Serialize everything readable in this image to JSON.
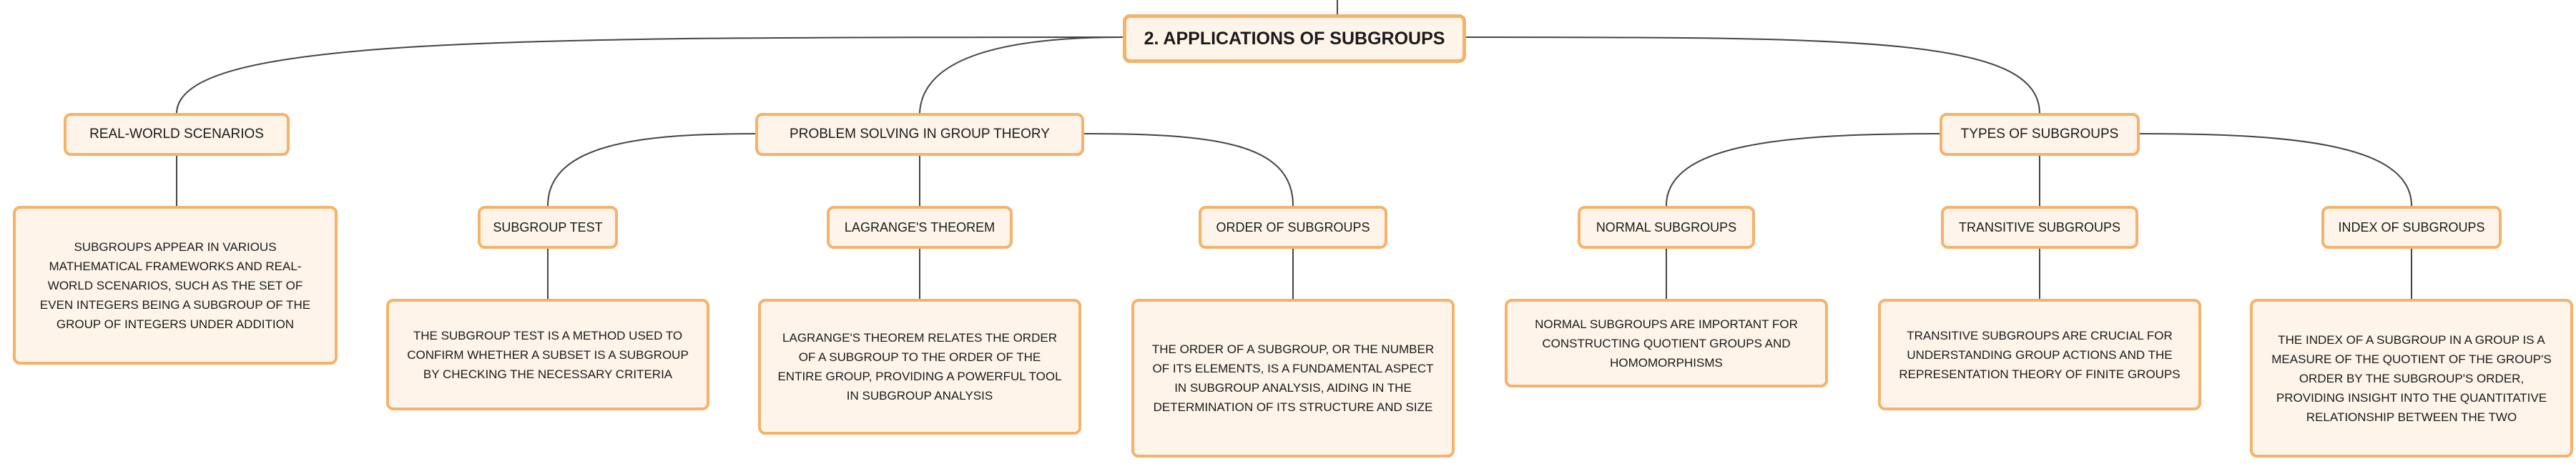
{
  "root": {
    "title": "2. APPLICATIONS OF SUBGROUPS"
  },
  "branches": {
    "real_world": {
      "title": "REAL-WORLD SCENARIOS",
      "description": "SUBGROUPS APPEAR IN VARIOUS MATHEMATICAL FRAMEWORKS AND REAL-WORLD SCENARIOS, SUCH AS THE SET OF EVEN INTEGERS BEING A SUBGROUP OF THE GROUP OF INTEGERS UNDER ADDITION"
    },
    "problem_solving": {
      "title": "PROBLEM SOLVING IN GROUP THEORY",
      "children": {
        "subgroup_test": {
          "title": "SUBGROUP TEST",
          "description": "THE SUBGROUP TEST IS A METHOD USED TO CONFIRM WHETHER A SUBSET IS A SUBGROUP BY CHECKING THE NECESSARY CRITERIA"
        },
        "lagrange": {
          "title": "LAGRANGE'S THEOREM",
          "description": "LAGRANGE'S THEOREM RELATES THE ORDER OF A SUBGROUP TO THE ORDER OF THE ENTIRE GROUP, PROVIDING A POWERFUL TOOL IN SUBGROUP ANALYSIS"
        },
        "order": {
          "title": "ORDER OF SUBGROUPS",
          "description": "THE ORDER OF A SUBGROUP, OR THE NUMBER OF ITS ELEMENTS, IS A FUNDAMENTAL ASPECT IN SUBGROUP ANALYSIS, AIDING IN THE DETERMINATION OF ITS STRUCTURE AND SIZE"
        }
      }
    },
    "types": {
      "title": "TYPES OF SUBGROUPS",
      "children": {
        "normal": {
          "title": "NORMAL SUBGROUPS",
          "description": "NORMAL SUBGROUPS ARE IMPORTANT FOR CONSTRUCTING QUOTIENT GROUPS AND HOMOMORPHISMS"
        },
        "transitive": {
          "title": "TRANSITIVE SUBGROUPS",
          "description": "TRANSITIVE SUBGROUPS ARE CRUCIAL FOR UNDERSTANDING GROUP ACTIONS AND THE REPRESENTATION THEORY OF FINITE GROUPS"
        },
        "index": {
          "title": "INDEX OF SUBGROUPS",
          "description": "THE INDEX OF A SUBGROUP IN A GROUP IS A MEASURE OF THE QUOTIENT OF THE GROUP'S ORDER BY THE SUBGROUP'S ORDER, PROVIDING INSIGHT INTO THE QUANTITATIVE RELATIONSHIP BETWEEN THE TWO"
        }
      }
    }
  },
  "colors": {
    "node_border": "#f5b26b",
    "node_fill": "#fef4ea",
    "connector": "#444444",
    "text": "#1a1a1a"
  }
}
